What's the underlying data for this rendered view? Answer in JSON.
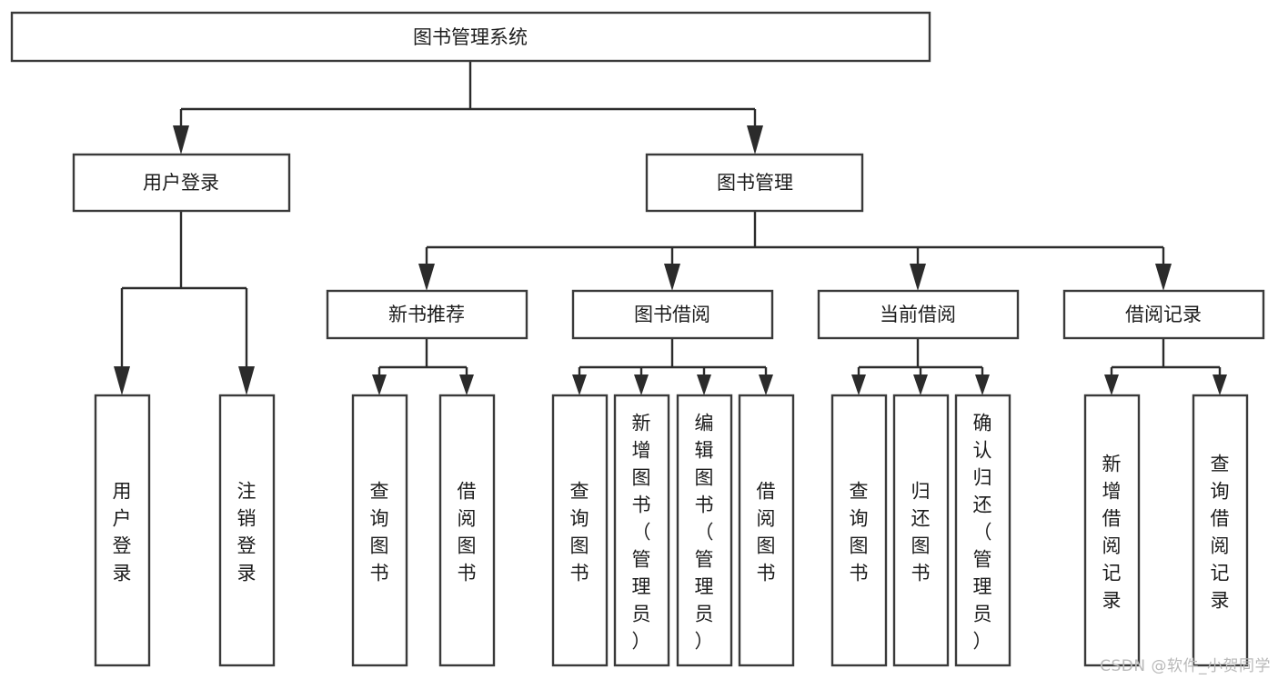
{
  "diagram": {
    "type": "tree",
    "title": "图书管理系统",
    "watermark": "CSDN @软件_小贺同学",
    "colors": {
      "background": "#ffffff",
      "box_stroke": "#3a3a3a",
      "connector": "#2b2b2b",
      "text": "#1c1c1c",
      "watermark": "#b9b9b9"
    },
    "nodes": {
      "root": {
        "label": "图书管理系统",
        "orientation": "horizontal",
        "level": 0
      },
      "user_login": {
        "label": "用户登录",
        "orientation": "horizontal",
        "level": 1
      },
      "book_manage": {
        "label": "图书管理",
        "orientation": "horizontal",
        "level": 1
      },
      "new_book_rec": {
        "label": "新书推荐",
        "orientation": "horizontal",
        "level": 2
      },
      "book_borrow": {
        "label": "图书借阅",
        "orientation": "horizontal",
        "level": 2
      },
      "current_borrow": {
        "label": "当前借阅",
        "orientation": "horizontal",
        "level": 2
      },
      "borrow_record": {
        "label": "借阅记录",
        "orientation": "horizontal",
        "level": 2
      },
      "leaf_user_login": {
        "label": "用户登录",
        "orientation": "vertical",
        "level": 3
      },
      "leaf_logout": {
        "label": "注销登录",
        "orientation": "vertical",
        "level": 3
      },
      "leaf_query_book_1": {
        "label": "查询图书",
        "orientation": "vertical",
        "level": 3
      },
      "leaf_borrow_book_1": {
        "label": "借阅图书",
        "orientation": "vertical",
        "level": 3
      },
      "leaf_query_book_2": {
        "label": "查询图书",
        "orientation": "vertical",
        "level": 3
      },
      "leaf_add_book": {
        "label": "新增图书（管理员）",
        "orientation": "vertical",
        "level": 3
      },
      "leaf_edit_book": {
        "label": "编辑图书（管理员）",
        "orientation": "vertical",
        "level": 3
      },
      "leaf_borrow_book_2": {
        "label": "借阅图书",
        "orientation": "vertical",
        "level": 3
      },
      "leaf_query_book_3": {
        "label": "查询图书",
        "orientation": "vertical",
        "level": 3
      },
      "leaf_return_book": {
        "label": "归还图书",
        "orientation": "vertical",
        "level": 3
      },
      "leaf_confirm_return": {
        "label": "确认归还（管理员）",
        "orientation": "vertical",
        "level": 3
      },
      "leaf_add_record": {
        "label": "新增借阅记录",
        "orientation": "vertical",
        "level": 3
      },
      "leaf_query_record": {
        "label": "查询借阅记录",
        "orientation": "vertical",
        "level": 3
      }
    },
    "edges": [
      {
        "from": "root",
        "to": "user_login"
      },
      {
        "from": "root",
        "to": "book_manage"
      },
      {
        "from": "user_login",
        "to": "leaf_user_login"
      },
      {
        "from": "user_login",
        "to": "leaf_logout"
      },
      {
        "from": "book_manage",
        "to": "new_book_rec"
      },
      {
        "from": "book_manage",
        "to": "book_borrow"
      },
      {
        "from": "book_manage",
        "to": "current_borrow"
      },
      {
        "from": "book_manage",
        "to": "borrow_record"
      },
      {
        "from": "new_book_rec",
        "to": "leaf_query_book_1"
      },
      {
        "from": "new_book_rec",
        "to": "leaf_borrow_book_1"
      },
      {
        "from": "book_borrow",
        "to": "leaf_query_book_2"
      },
      {
        "from": "book_borrow",
        "to": "leaf_add_book"
      },
      {
        "from": "book_borrow",
        "to": "leaf_edit_book"
      },
      {
        "from": "book_borrow",
        "to": "leaf_borrow_book_2"
      },
      {
        "from": "current_borrow",
        "to": "leaf_query_book_3"
      },
      {
        "from": "current_borrow",
        "to": "leaf_return_book"
      },
      {
        "from": "current_borrow",
        "to": "leaf_confirm_return"
      },
      {
        "from": "borrow_record",
        "to": "leaf_add_record"
      },
      {
        "from": "borrow_record",
        "to": "leaf_query_record"
      }
    ]
  }
}
